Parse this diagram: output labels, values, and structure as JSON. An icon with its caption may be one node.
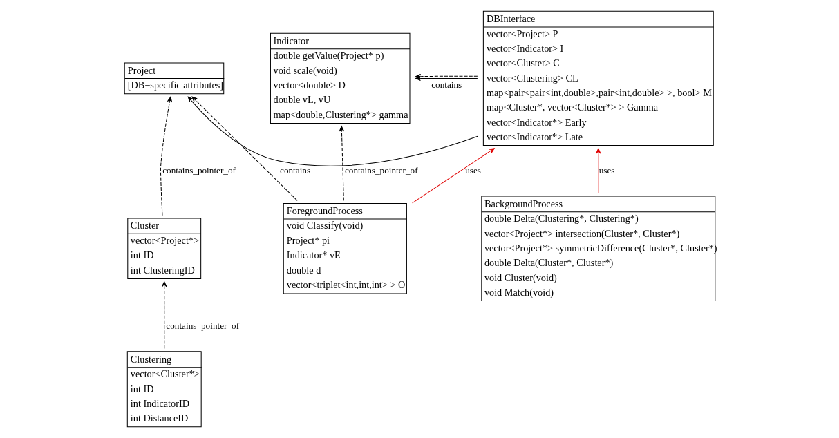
{
  "diagram": {
    "nodes": [
      {
        "text": [
          "Project",
          "[DB−specific attributes]"
        ]
      },
      {
        "text": [
          "DBInterface",
          "vector<Project> P",
          "vector<Indicator> I",
          "vector<Cluster> C",
          "vector<Clustering> CL",
          "map<pair<pair<int,double>,pair<int,double> >, bool> M",
          "map<Cluster*, vector<Cluster*> > Gamma",
          "vector<Indicator*> Early",
          "vector<Indicator*> Late"
        ]
      },
      {
        "text": [
          "Indicator",
          "double getValue(Project* p)",
          "void scale(void)",
          "vector<double> D",
          "double vL, vU",
          "map<double,Clustering*> gamma"
        ]
      },
      {
        "text": [
          "Cluster",
          "vector<Project*>",
          "int ID",
          "int ClusteringID"
        ]
      },
      {
        "text": [
          "Clustering",
          "vector<Cluster*>",
          "int ID",
          "int IndicatorID",
          "int DistanceID"
        ]
      },
      {
        "text": [
          "ForegroundProcess",
          "void Classify(void)",
          "Project* pi",
          "Indicator* vE",
          "double d",
          "vector<triplet<int,int,int> > O"
        ]
      },
      {
        "text": [
          "BackgroundProcess",
          "double Delta(Clustering*, Clustering*)",
          "vector<Project*> intersection(Cluster*, Cluster*)",
          "vector<Project*> symmetricDifference(Cluster*, Cluster*)",
          "double Delta(Cluster*, Cluster*)",
          "void Cluster(void)",
          "void Match(void)"
        ]
      }
    ],
    "edges": [
      {
        "from": 1,
        "to": 0,
        "arrow": "to",
        "label": "contains"
      },
      {
        "from": 1,
        "to": 2,
        "arrow": "to",
        "label": "contains"
      },
      {
        "from": 1,
        "to": 2,
        "arrow": "to",
        "style": "dashed"
      },
      {
        "from": 3,
        "to": 0,
        "arrow": "to",
        "style": "dashed",
        "label": "contains_pointer_of"
      },
      {
        "from": 4,
        "to": 3,
        "arrow": "to",
        "style": "dashed",
        "label": "contains_pointer_of"
      },
      {
        "from": 5,
        "to": 0,
        "arrow": "to",
        "style": "dashed"
      },
      {
        "from": 5,
        "to": 2,
        "arrow": "to",
        "style": "dashed",
        "label": "contains_pointer_of"
      },
      {
        "from": 5,
        "to": 1,
        "arrow": "to",
        "color": "#e00000",
        "label": "uses"
      },
      {
        "from": 6,
        "to": 1,
        "arrow": "to",
        "color": "#e00000",
        "label": "uses"
      }
    ]
  }
}
